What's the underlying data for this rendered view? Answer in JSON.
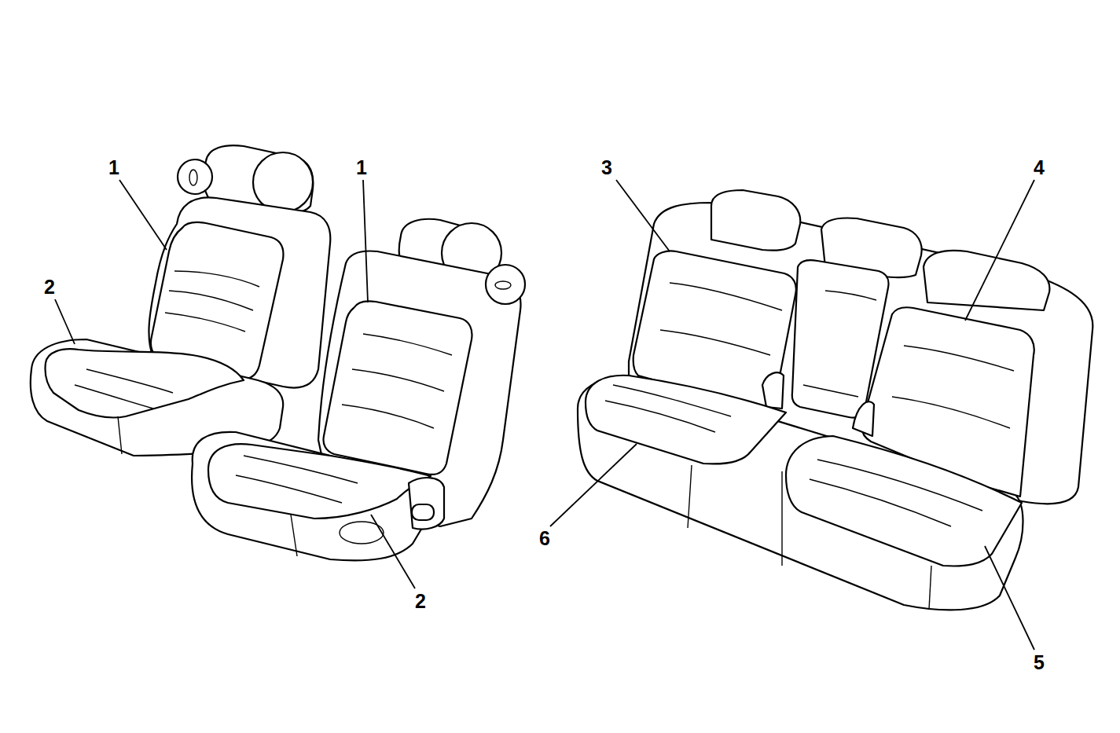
{
  "diagram": {
    "labels": [
      "1",
      "1",
      "3",
      "4",
      "2",
      "6",
      "2",
      "5"
    ]
  }
}
